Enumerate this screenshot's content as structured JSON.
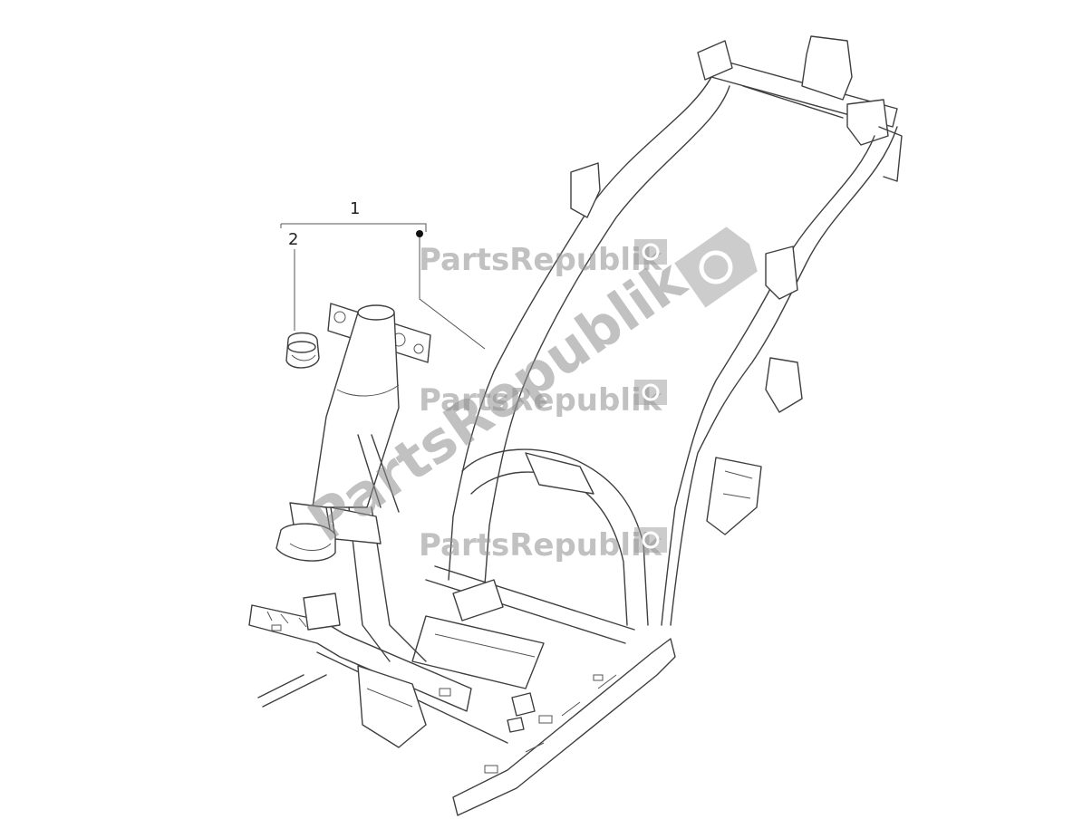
{
  "callouts": [
    {
      "id": "1",
      "label": "1"
    },
    {
      "id": "2",
      "label": "2"
    }
  ],
  "watermark": {
    "text": "PartsRepublik",
    "color": "#8f8f8f",
    "icon": "gear-icon"
  },
  "colors": {
    "line": "#3f3f3f",
    "background": "#ffffff"
  }
}
